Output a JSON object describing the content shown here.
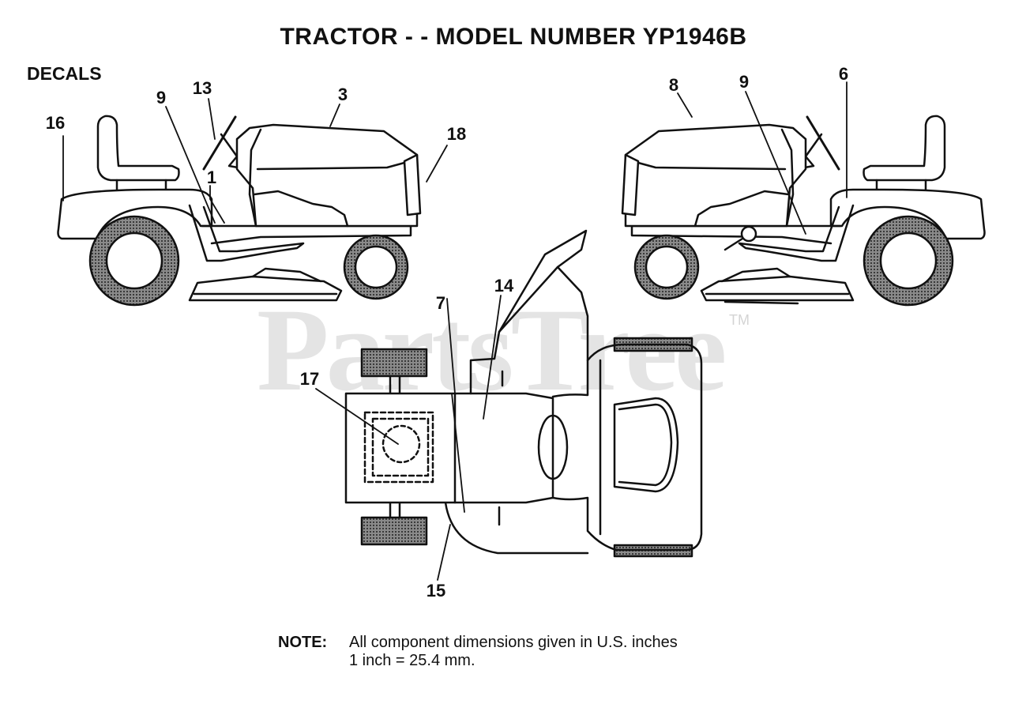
{
  "title": "TRACTOR - - MODEL NUMBER YP1946B",
  "section_label": "DECALS",
  "watermark": {
    "text": "PartsTree",
    "tm": "TM"
  },
  "callouts": {
    "n1": "1",
    "n3": "3",
    "n6": "6",
    "n7": "7",
    "n8": "8",
    "n9_left": "9",
    "n9_right": "9",
    "n13": "13",
    "n14": "14",
    "n15": "15",
    "n16": "16",
    "n17": "17",
    "n18": "18"
  },
  "note": {
    "label": "NOTE:",
    "line1": "All component dimensions given in U.S. inches",
    "line2": "1 inch = 25.4 mm."
  },
  "colors": {
    "ink": "#111111",
    "watermark": "#e4e4e4",
    "tire": "#6e6e6e"
  }
}
